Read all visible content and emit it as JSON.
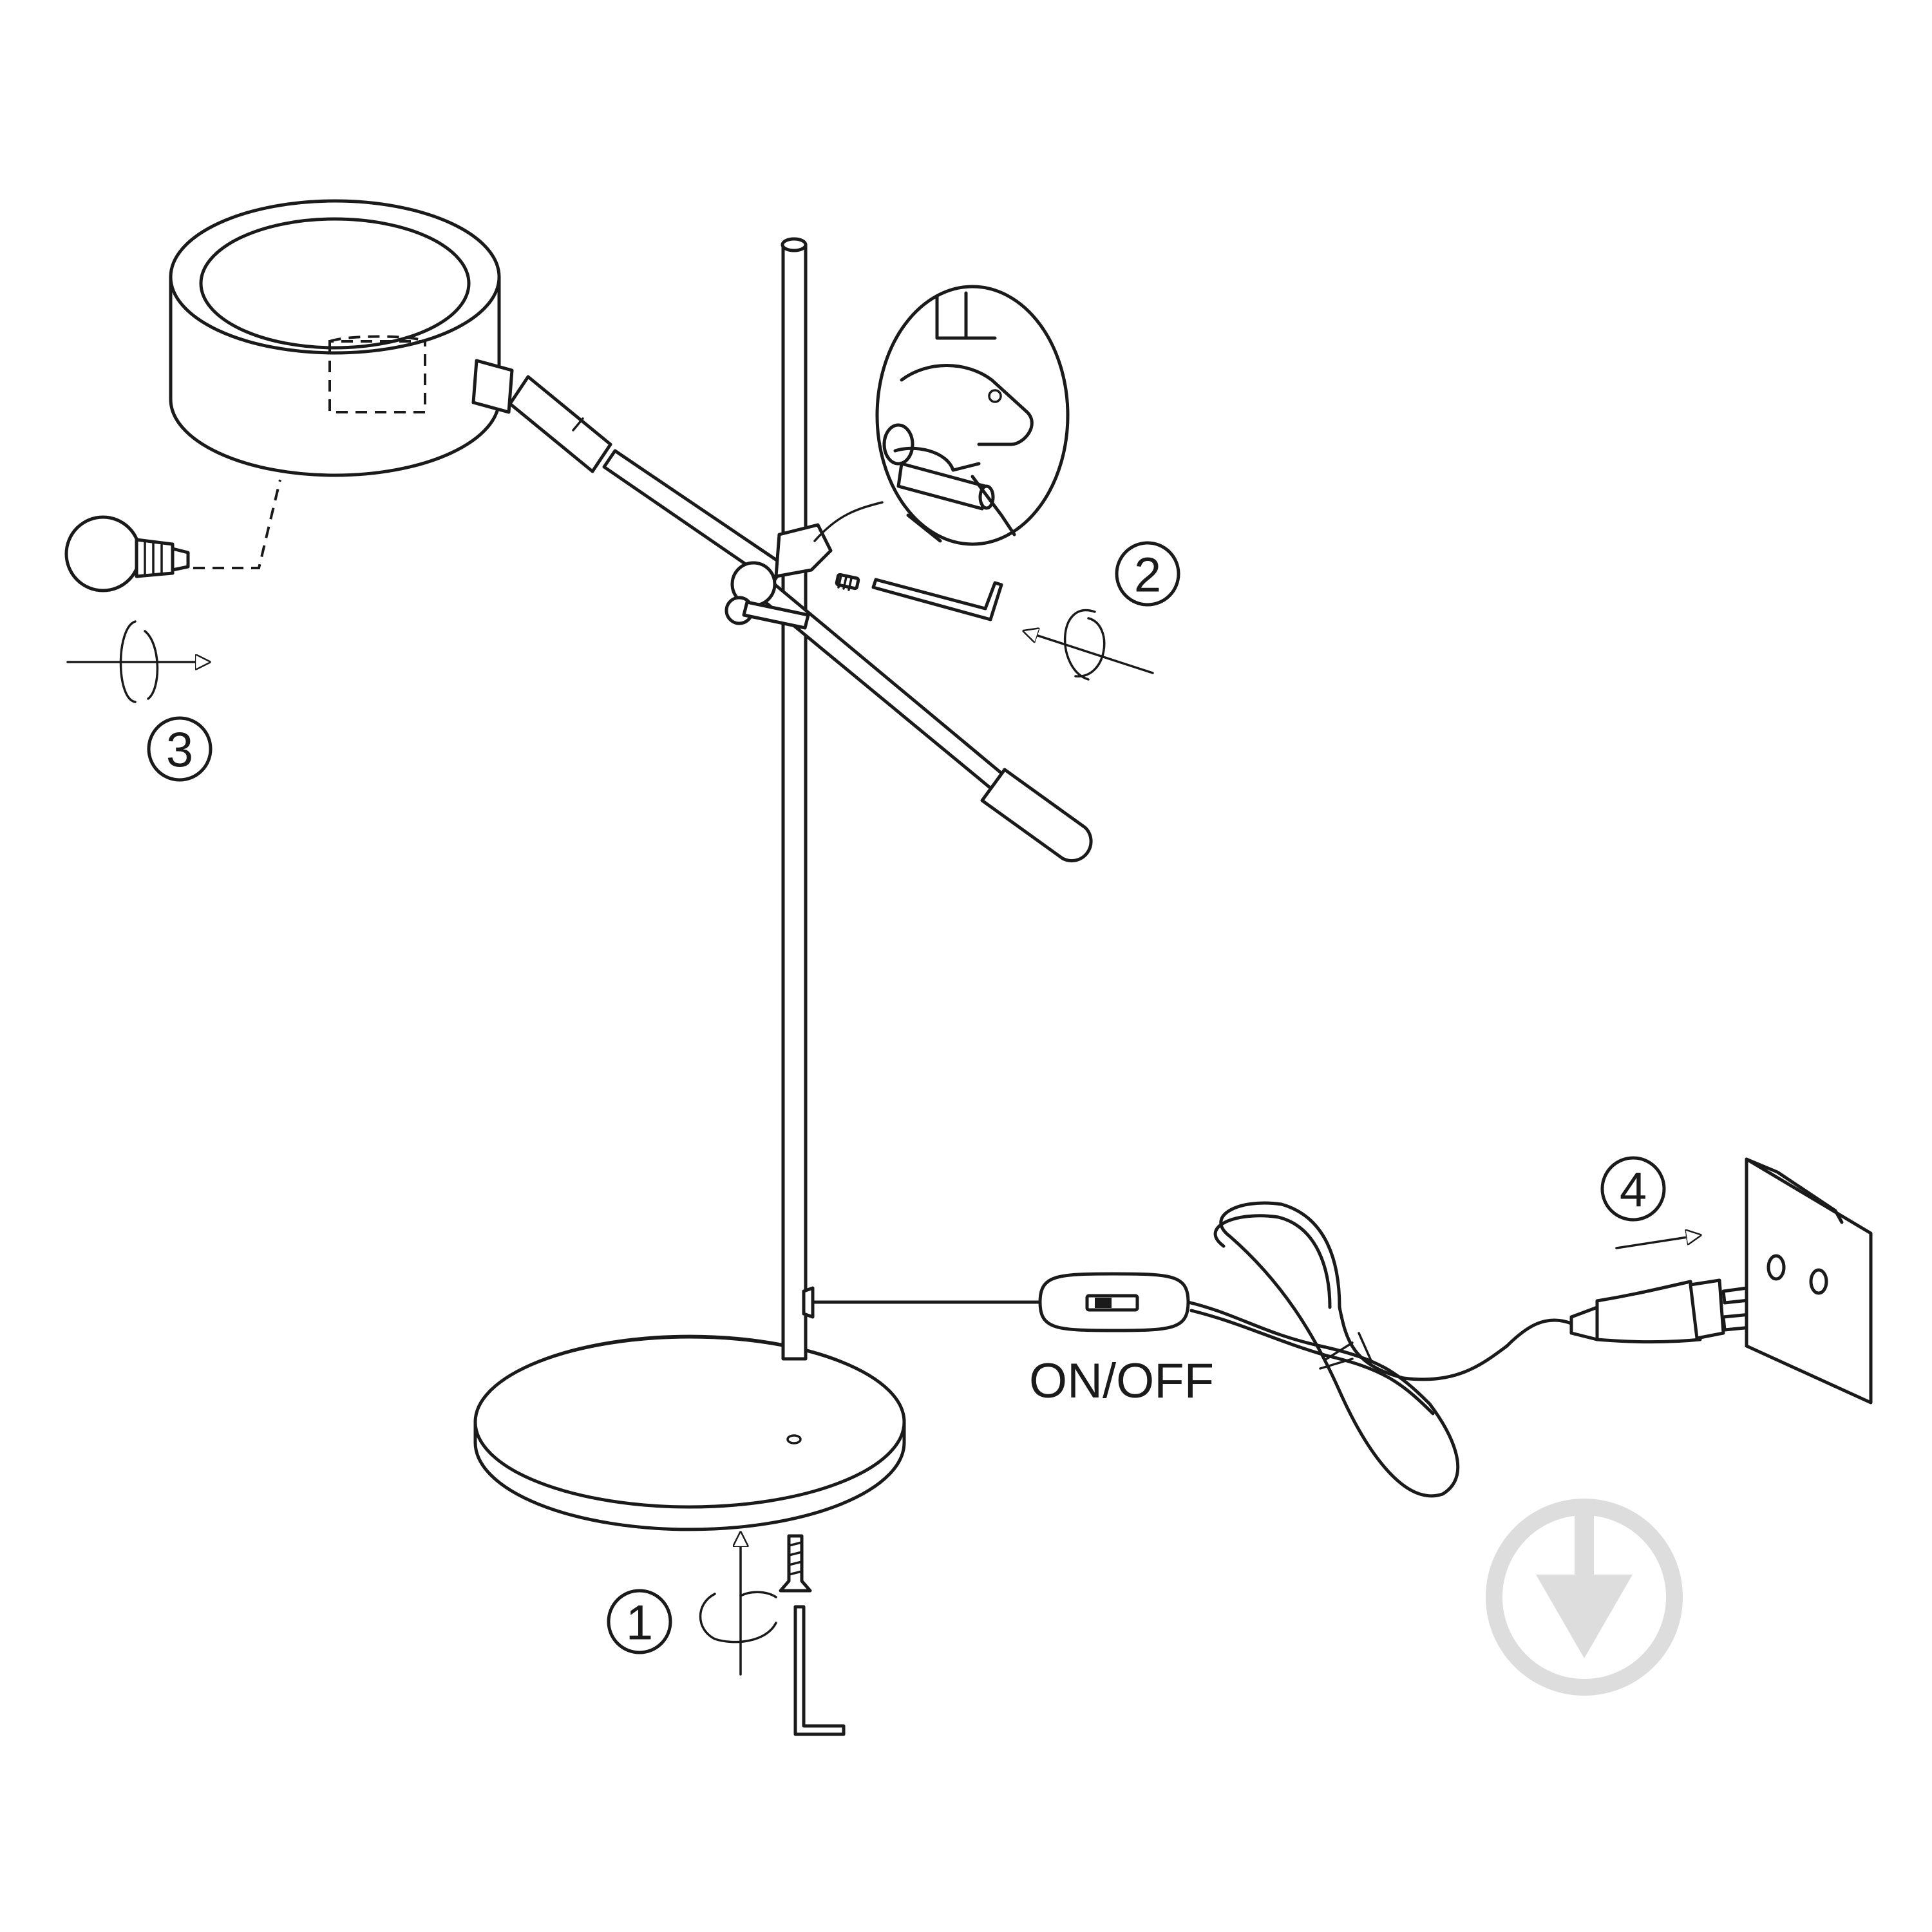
{
  "steps": [
    {
      "number": "1"
    },
    {
      "number": "2"
    },
    {
      "number": "3"
    },
    {
      "number": "4"
    }
  ],
  "switch_label": "ON/OFF",
  "colors": {
    "line": "#1a1a1a",
    "watermark": "#dddddd",
    "background": "#ffffff"
  }
}
